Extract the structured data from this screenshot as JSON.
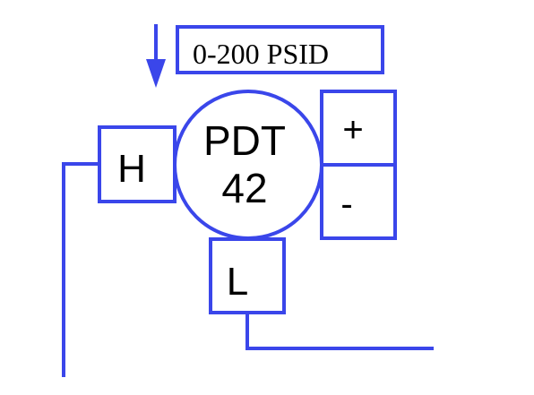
{
  "instrument": {
    "tag_letters": "PDT",
    "tag_number": "42"
  },
  "range_box": {
    "text": "0-200 PSID"
  },
  "ports": {
    "high": "H",
    "low": "L",
    "plus": "+",
    "minus": "-"
  },
  "colors": {
    "line": "#3a46ea",
    "text": "#000000",
    "background": "#ffffff"
  }
}
